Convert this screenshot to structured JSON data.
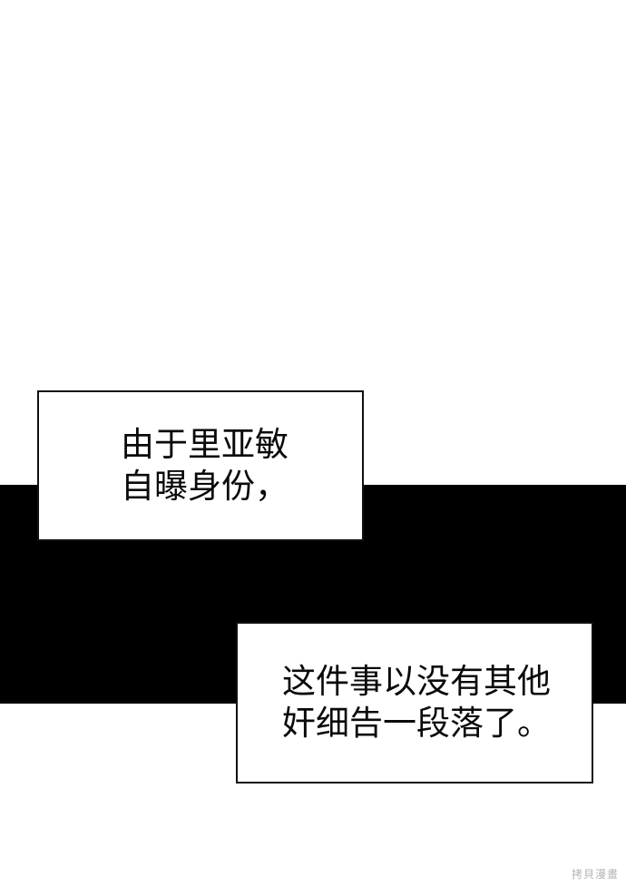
{
  "panel": {
    "background_color": "#ffffff",
    "band_color": "#000000"
  },
  "captions": [
    {
      "lines": [
        "由于里亚敏",
        "自曝身份，"
      ]
    },
    {
      "lines": [
        "这件事以没有其他",
        "奸细告一段落了。"
      ]
    }
  ],
  "watermark": {
    "text": "拷貝漫畫"
  }
}
